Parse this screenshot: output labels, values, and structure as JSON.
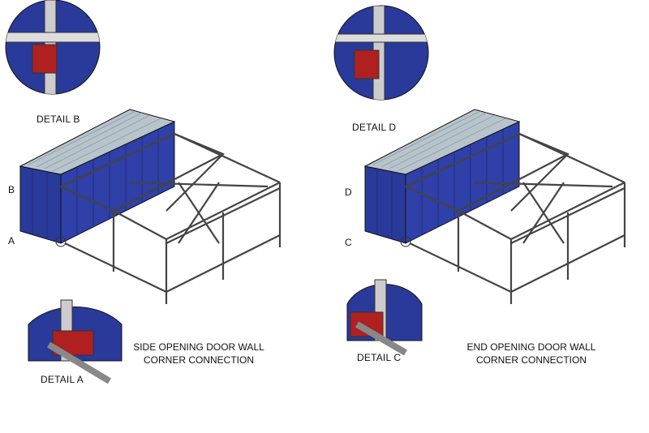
{
  "left": {
    "detail_top": "DETAIL B",
    "marker_top": "B",
    "marker_bottom": "A",
    "detail_bottom": "DETAIL A",
    "caption_line1": "SIDE OPENING DOOR WALL",
    "caption_line2": "CORNER CONNECTION"
  },
  "right": {
    "detail_top": "DETAIL D",
    "marker_top": "D",
    "marker_bottom": "C",
    "detail_bottom": "DETAIL C",
    "caption_line1": "END OPENING DOOR WALL",
    "caption_line2": "CORNER CONNECTION"
  },
  "colors": {
    "container_blue": "#2a3a9a",
    "container_roof": "#b8c4cc",
    "frame": "#555555",
    "bracket_red": "#b02020"
  }
}
